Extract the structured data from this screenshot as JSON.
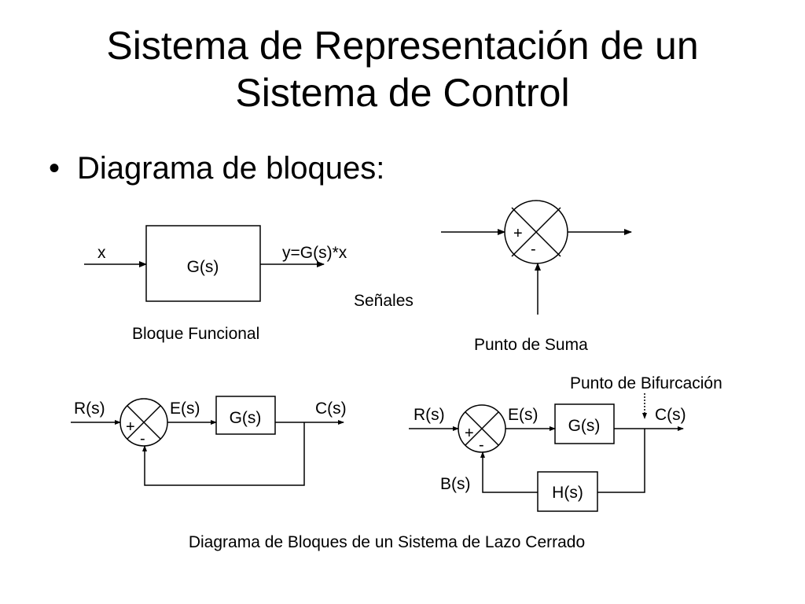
{
  "title": {
    "line1": "Sistema de Representación de un",
    "line2": "Sistema de Control"
  },
  "bullet": {
    "symbol": "•",
    "text": "Diagrama de bloques:"
  },
  "functional_block": {
    "input": "x",
    "block": "G(s)",
    "output": "y=G(s)*x",
    "caption": "Bloque Funcional"
  },
  "signals_label": "Señales",
  "summing_point": {
    "plus": "+",
    "minus": "-",
    "caption": "Punto de Suma"
  },
  "closed_loop_1": {
    "input": "R(s)",
    "error": "E(s)",
    "block": "G(s)",
    "output": "C(s)",
    "plus": "+",
    "minus": "-"
  },
  "closed_loop_2": {
    "branch_label": "Punto de Bifurcación",
    "input": "R(s)",
    "error": "E(s)",
    "block": "G(s)",
    "output": "C(s)",
    "feedback_signal": "B(s)",
    "feedback_block": "H(s)",
    "plus": "+",
    "minus": "-"
  },
  "bottom_caption": "Diagrama de Bloques de un Sistema de Lazo Cerrado"
}
